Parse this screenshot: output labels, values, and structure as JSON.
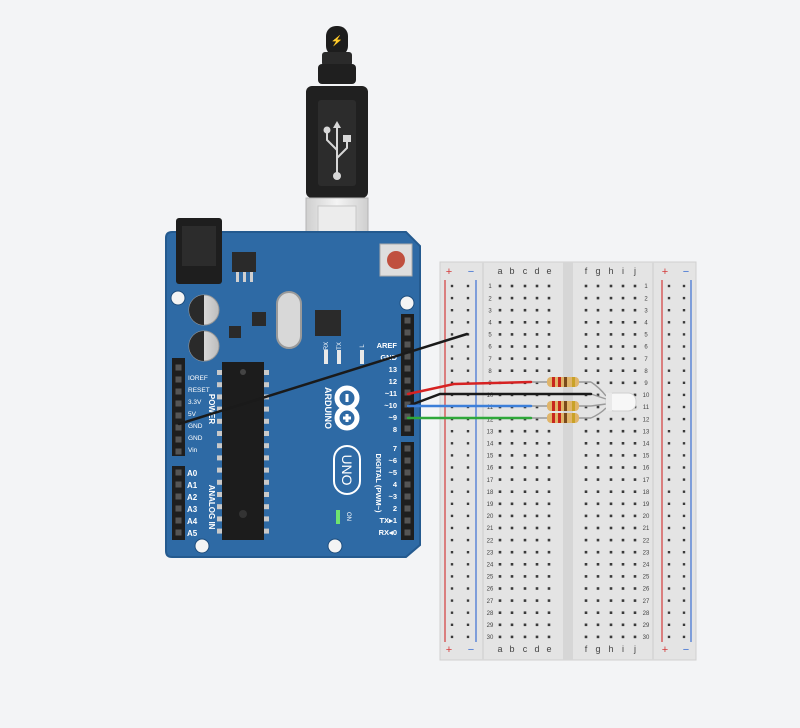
{
  "colors": {
    "background": "#f3f4f6",
    "board": "#2e6aa5",
    "board_edge": "#245a8f",
    "header": "#1e1e1e",
    "wire_red": "#d62222",
    "wire_black": "#1a1a1a",
    "wire_blue": "#3c7fd9",
    "wire_green": "#2fa83a",
    "rail_red": "#d33a3a",
    "rail_blue": "#3a6fd3",
    "breadboard": "#e4e4e4",
    "breadboard_hole": "#3a3a3a"
  },
  "usb_cable": {
    "icon": "usb-icon",
    "tip_icon": "lightning-icon",
    "tip_glyph": "⚡"
  },
  "arduino": {
    "brand": "ARDUINO",
    "model": "UNO",
    "reset_button": "reset",
    "power_title": "POWER",
    "power_pins": [
      "IOREF",
      "RESET",
      "3.3V",
      "5V",
      "GND",
      "GND",
      "Vin"
    ],
    "analog_title": "ANALOG IN",
    "analog_pins": [
      "A0",
      "A1",
      "A2",
      "A3",
      "A4",
      "A5"
    ],
    "digital_title": "DIGITAL (PWM~)",
    "digital_top_pins": [
      "AREF",
      "GND",
      "13",
      "12",
      "~11",
      "~10",
      "~9",
      "8"
    ],
    "digital_bottom_pins": [
      "7",
      "~6",
      "~5",
      "4",
      "~3",
      "2",
      "TX▸1",
      "RX◂0"
    ],
    "led_labels": [
      "RX",
      "TX",
      "L"
    ],
    "on_label": "ON"
  },
  "breadboard": {
    "rail_plus": "+",
    "rail_minus": "−",
    "columns_left": [
      "a",
      "b",
      "c",
      "d",
      "e"
    ],
    "columns_right": [
      "f",
      "g",
      "h",
      "i",
      "j"
    ],
    "rows": [
      "1",
      "2",
      "3",
      "4",
      "5",
      "6",
      "7",
      "8",
      "9",
      "10",
      "11",
      "12",
      "13",
      "14",
      "15",
      "16",
      "17",
      "18",
      "19",
      "20",
      "21",
      "22",
      "23",
      "24",
      "25",
      "26",
      "27",
      "28",
      "29",
      "30"
    ]
  }
}
